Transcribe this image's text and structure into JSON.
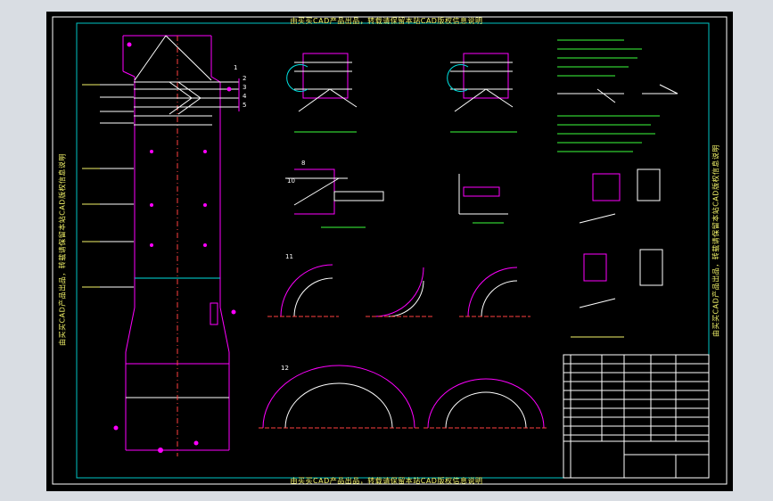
{
  "watermark": {
    "top": "由买买CAD产品出品，转载请保留本站CAD版权信息说明",
    "bottom": "由买买CAD产品出品，转载请保留本站CAD版权信息说明",
    "left": "由买买CAD产品出品，转载请保留本站CAD版权信息说明",
    "right": "由买买CAD产品出品，转载请保留本站CAD版权信息说明"
  },
  "colors": {
    "screen_bg": "#d9dde3",
    "paper": "#000000",
    "frame": "#ffffff",
    "inner_frame": "#00c6c6",
    "magenta": "#ff00ff",
    "yellow": "#f4f46a",
    "cyan": "#00e0e0",
    "white": "#ffffff",
    "green": "#3cff3c",
    "red": "#ff4040"
  },
  "labels": {
    "num_1": "1",
    "num_2": "2",
    "num_3": "3",
    "num_4": "4",
    "num_5": "5",
    "num_8": "8",
    "num_10": "10",
    "num_11": "11",
    "num_12": "12"
  }
}
